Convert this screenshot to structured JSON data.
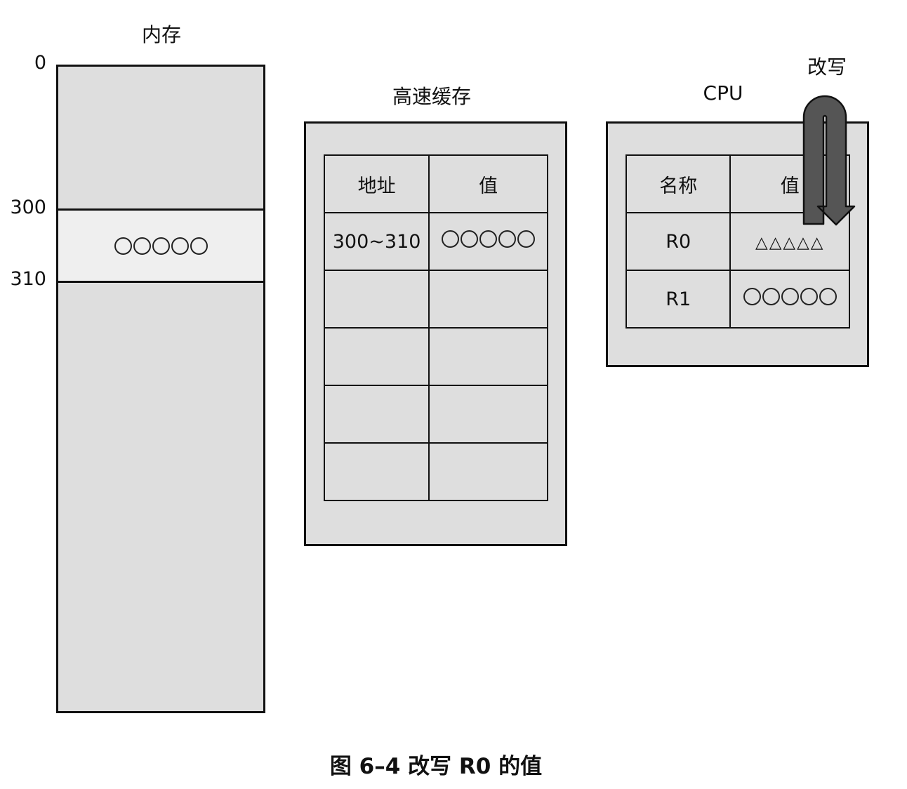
{
  "memory": {
    "title": "内存",
    "labels": {
      "start": "0",
      "band_start": "300",
      "band_end": "310"
    },
    "band_value": "○○○○○"
  },
  "cache": {
    "title": "高速缓存",
    "headers": [
      "地址",
      "值"
    ],
    "rows": [
      [
        "300~310",
        "○○○○○"
      ],
      [
        "",
        ""
      ],
      [
        "",
        ""
      ],
      [
        "",
        ""
      ],
      [
        "",
        ""
      ]
    ]
  },
  "cpu": {
    "title": "CPU",
    "headers": [
      "名称",
      "值"
    ],
    "rows": [
      [
        "R0",
        "△△△△△"
      ],
      [
        "R1",
        "○○○○○"
      ]
    ],
    "rewrite_label": "改写"
  },
  "caption": "图 6–4 改写 R0 的值"
}
